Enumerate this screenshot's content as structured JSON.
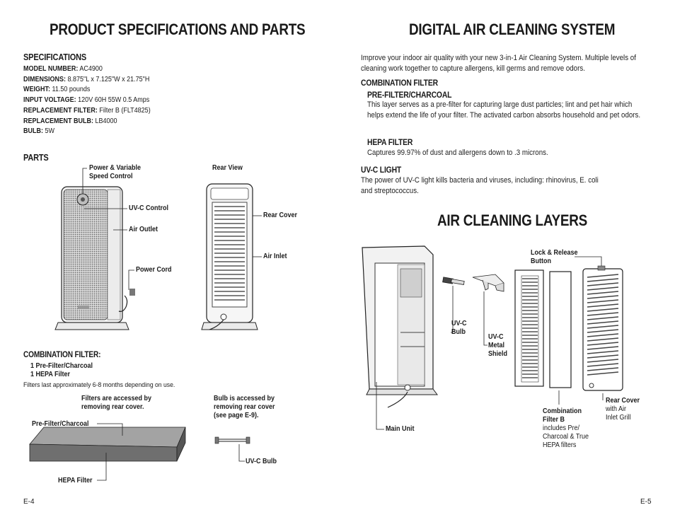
{
  "left": {
    "title": "PRODUCT SPECIFICATIONS AND PARTS",
    "specifications": {
      "heading": "SPECIFICATIONS",
      "rows": [
        {
          "label": "MODEL NUMBER:",
          "value": " AC4900"
        },
        {
          "label": "DIMENSIONS:",
          "value": " 8.875\"L x 7.125\"W x 21.75\"H"
        },
        {
          "label": "WEIGHT:",
          "value": " 11.50 pounds"
        },
        {
          "label": "INPUT VOLTAGE:",
          "value": " 120V 60H 55W 0.5 Amps"
        },
        {
          "label": "REPLACEMENT FILTER:",
          "value": " Filter B (FLT4825)"
        },
        {
          "label": "REPLACEMENT BULB:",
          "value": " LB4000"
        },
        {
          "label": "BULB:",
          "value": " 5W"
        }
      ]
    },
    "parts": {
      "heading": "PARTS",
      "labels": {
        "power_speed_1": "Power & Variable",
        "power_speed_2": "Speed Control",
        "uvc_control": "UV-C Control",
        "air_outlet": "Air Outlet",
        "power_cord": "Power Cord",
        "rear_view": "Rear View",
        "rear_cover": "Rear Cover",
        "air_inlet": "Air Inlet"
      }
    },
    "combination": {
      "heading": "COMBINATION FILTER:",
      "line1": "1 Pre-Filter/Charcoal",
      "line2": "1 HEPA Filter",
      "note": "Filters last approximately 6-8 months depending on use.",
      "filters_access_1": "Filters are accessed by",
      "filters_access_2": "removing rear cover.",
      "bulb_access_1": "Bulb is accessed by",
      "bulb_access_2": "removing rear cover",
      "bulb_access_3": "(see page E-9).",
      "prefilter_label": "Pre-Filter/Charcoal",
      "hepa_label": "HEPA Filter",
      "uvc_bulb_label": "UV-C Bulb"
    },
    "page_number": "E-4"
  },
  "right": {
    "title": "DIGITAL AIR CLEANING SYSTEM",
    "intro": "Improve your indoor air quality with your new 3-in-1 Air Cleaning System. Multiple levels of cleaning work together to capture allergens, kill germs and remove odors.",
    "combination_heading": "COMBINATION FILTER",
    "prefilter_heading": "PRE-FILTER/CHARCOAL",
    "prefilter_text": "This layer serves as a pre-filter for capturing large dust particles; lint and pet hair which helps extend the life of your filter. The activated carbon absorbs household and pet odors.",
    "hepa_heading": "HEPA FILTER",
    "hepa_text": "Captures 99.97% of dust and allergens down to .3 microns.",
    "uvc_heading": "UV-C LIGHT",
    "uvc_text": "The power of UV-C light kills bacteria and viruses, including: rhinovirus, E. coli and streptococcus.",
    "layers_title": "AIR CLEANING LAYERS",
    "labels": {
      "lock_1": "Lock & Release",
      "lock_2": "Button",
      "uvc_bulb_1": "UV-C",
      "uvc_bulb_2": "Bulb",
      "shield_1": "UV-C",
      "shield_2": "Metal",
      "shield_3": "Shield",
      "main_unit": "Main Unit",
      "combo_1": "Combination",
      "combo_2": "Filter B",
      "combo_3": "includes Pre/",
      "combo_4": "Charcoal & True",
      "combo_5": "HEPA filters",
      "rear_1": "Rear Cover",
      "rear_2": "with Air",
      "rear_3": "Inlet Grill"
    },
    "page_number": "E-5"
  }
}
